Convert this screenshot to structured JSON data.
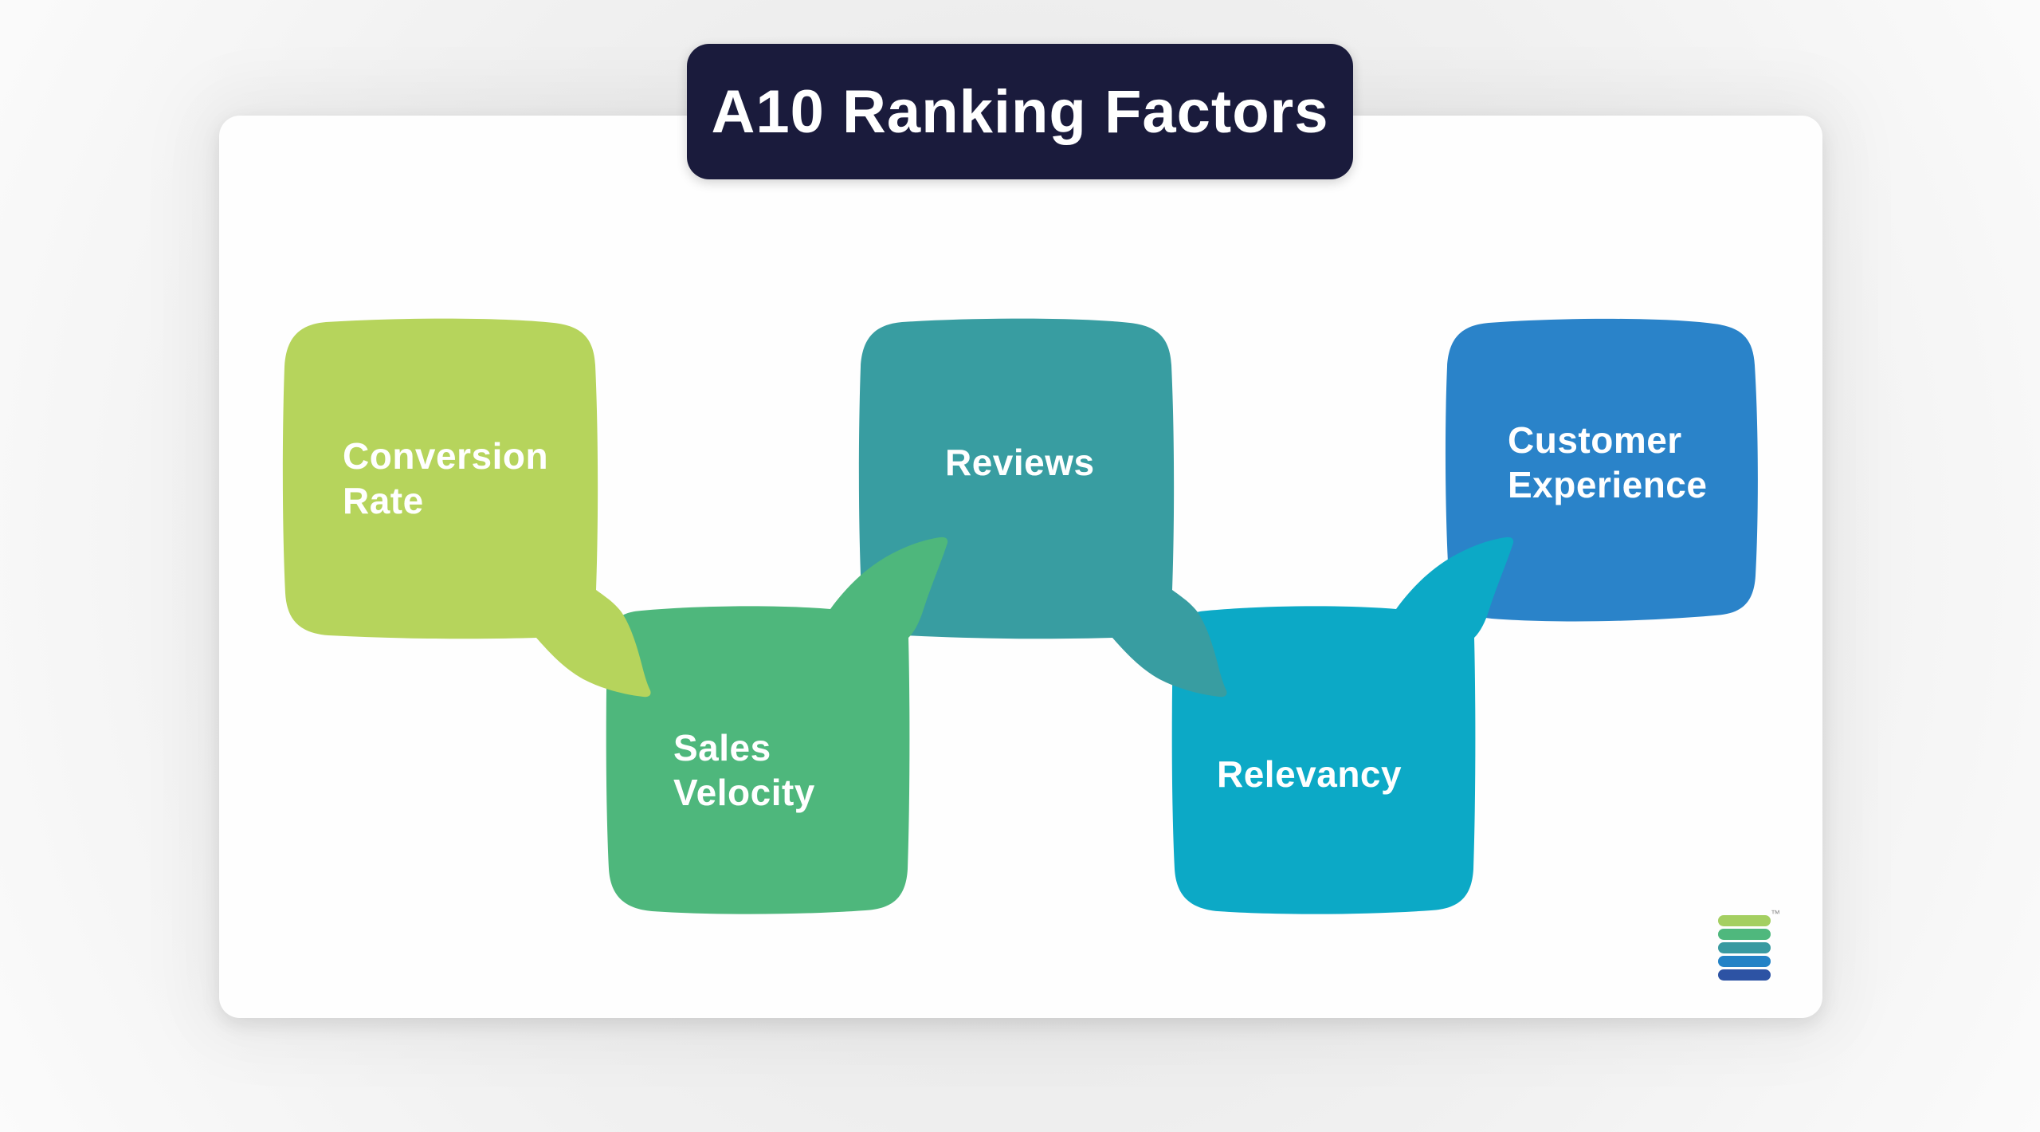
{
  "title": "A10 Ranking Factors",
  "colors": {
    "canvas_bg": "#f1f1f1",
    "card_bg": "#fefefe",
    "title_bg": "#1a1b3c",
    "title_text": "#ffffff",
    "label_text": "#ffffff"
  },
  "factors": [
    {
      "id": "conversion-rate",
      "label": "Conversion\nRate",
      "color": "#b6d45c",
      "row": "top"
    },
    {
      "id": "sales-velocity",
      "label": "Sales\nVelocity",
      "color": "#4eb77c",
      "row": "bottom"
    },
    {
      "id": "reviews",
      "label": "Reviews",
      "color": "#389da1",
      "row": "top"
    },
    {
      "id": "relevancy",
      "label": "Relevancy",
      "color": "#0ca9c6",
      "row": "bottom"
    },
    {
      "id": "customer-experience",
      "label": "Customer\nExperience",
      "color": "#2a83c9",
      "row": "top"
    }
  ],
  "logo": {
    "bar_colors": [
      "#a4cf61",
      "#4fb87d",
      "#3a9aa0",
      "#2382c6",
      "#2d53a4"
    ],
    "trademark": "™"
  }
}
